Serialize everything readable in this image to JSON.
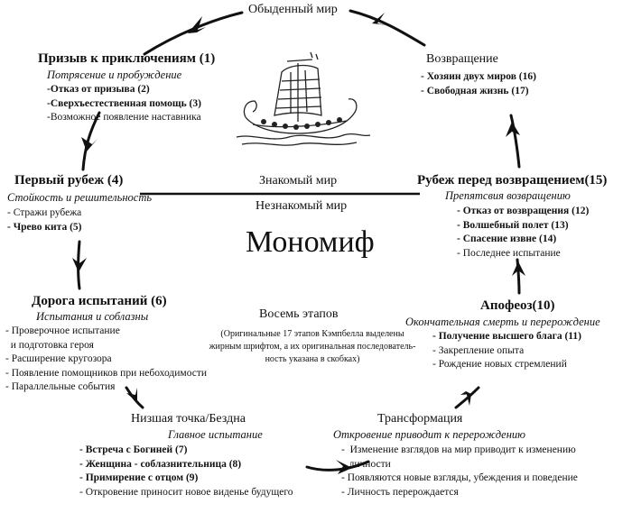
{
  "top": "Обыденный мир",
  "center": {
    "known": "Знакомый мир",
    "unknown": "Незнакомый мир",
    "title": "Мономиф",
    "eight_title": "Восемь этапов",
    "eight_note": [
      "(Оригинальные 17 этапов Кэмпбелла выделены",
      "жирным шрифтом, а их оригинальная последователь-",
      "ность указана в скобках)"
    ]
  },
  "call": {
    "title": "Призыв к приключениям (1)",
    "subtitle": "Потрясение и пробуждение",
    "items": [
      "-Отказ от призыва (2)",
      "-Сверхъестественная помощь (3)",
      "-Возможное появление наставника"
    ]
  },
  "return": {
    "title": "Возвращение",
    "items": [
      "- Хозяин двух миров (16)",
      "- Свободная жизнь (17)"
    ]
  },
  "threshold": {
    "title": "Первый рубеж (4)",
    "subtitle": "Стойкость и решительность",
    "items": [
      "- Стражи рубежа",
      "- Чрево кита (5)"
    ]
  },
  "return_threshold": {
    "title": "Рубеж перед возвращением(15)",
    "subtitle": "Препятсвия возвращению",
    "items": [
      "- Отказ от возвращения (12)",
      "- Волшебный полет (13)",
      "- Спасение извне (14)",
      "- Последнее испытание"
    ]
  },
  "road": {
    "title": "Дорога испытаний (6)",
    "subtitle": "Испытания и соблазны",
    "items": [
      "- Проверочное испытание",
      "  и подготовка героя",
      "- Расширение кругозора",
      "- Появление помощников при небоходимости",
      "- Параллельные события"
    ]
  },
  "apotheosis": {
    "title": "Апофеоз(10)",
    "subtitle": "Окончательная смерть и перерождение",
    "items": [
      "- Получение высшего блага (11)",
      "- Закрепление опыта",
      "- Рождение новых стремлений"
    ]
  },
  "abyss": {
    "title": "Низшая точка/Бездна",
    "subtitle": "Главное испытание",
    "items": [
      "- Встреча с Богиней (7)",
      "- Женщина - соблазнительница (8)",
      "- Примирение с отцом (9)",
      "- Откровение приносит новое виденье будущего"
    ]
  },
  "transformation": {
    "title": "Трансформация",
    "subtitle": "Откровение приводит к перерождению",
    "items": [
      "-  Изменение взглядов на мир приводит к изменению",
      "   личности",
      "- Появляются новые взгляды, убеждения и поведение",
      "- Личность перерождается"
    ]
  }
}
